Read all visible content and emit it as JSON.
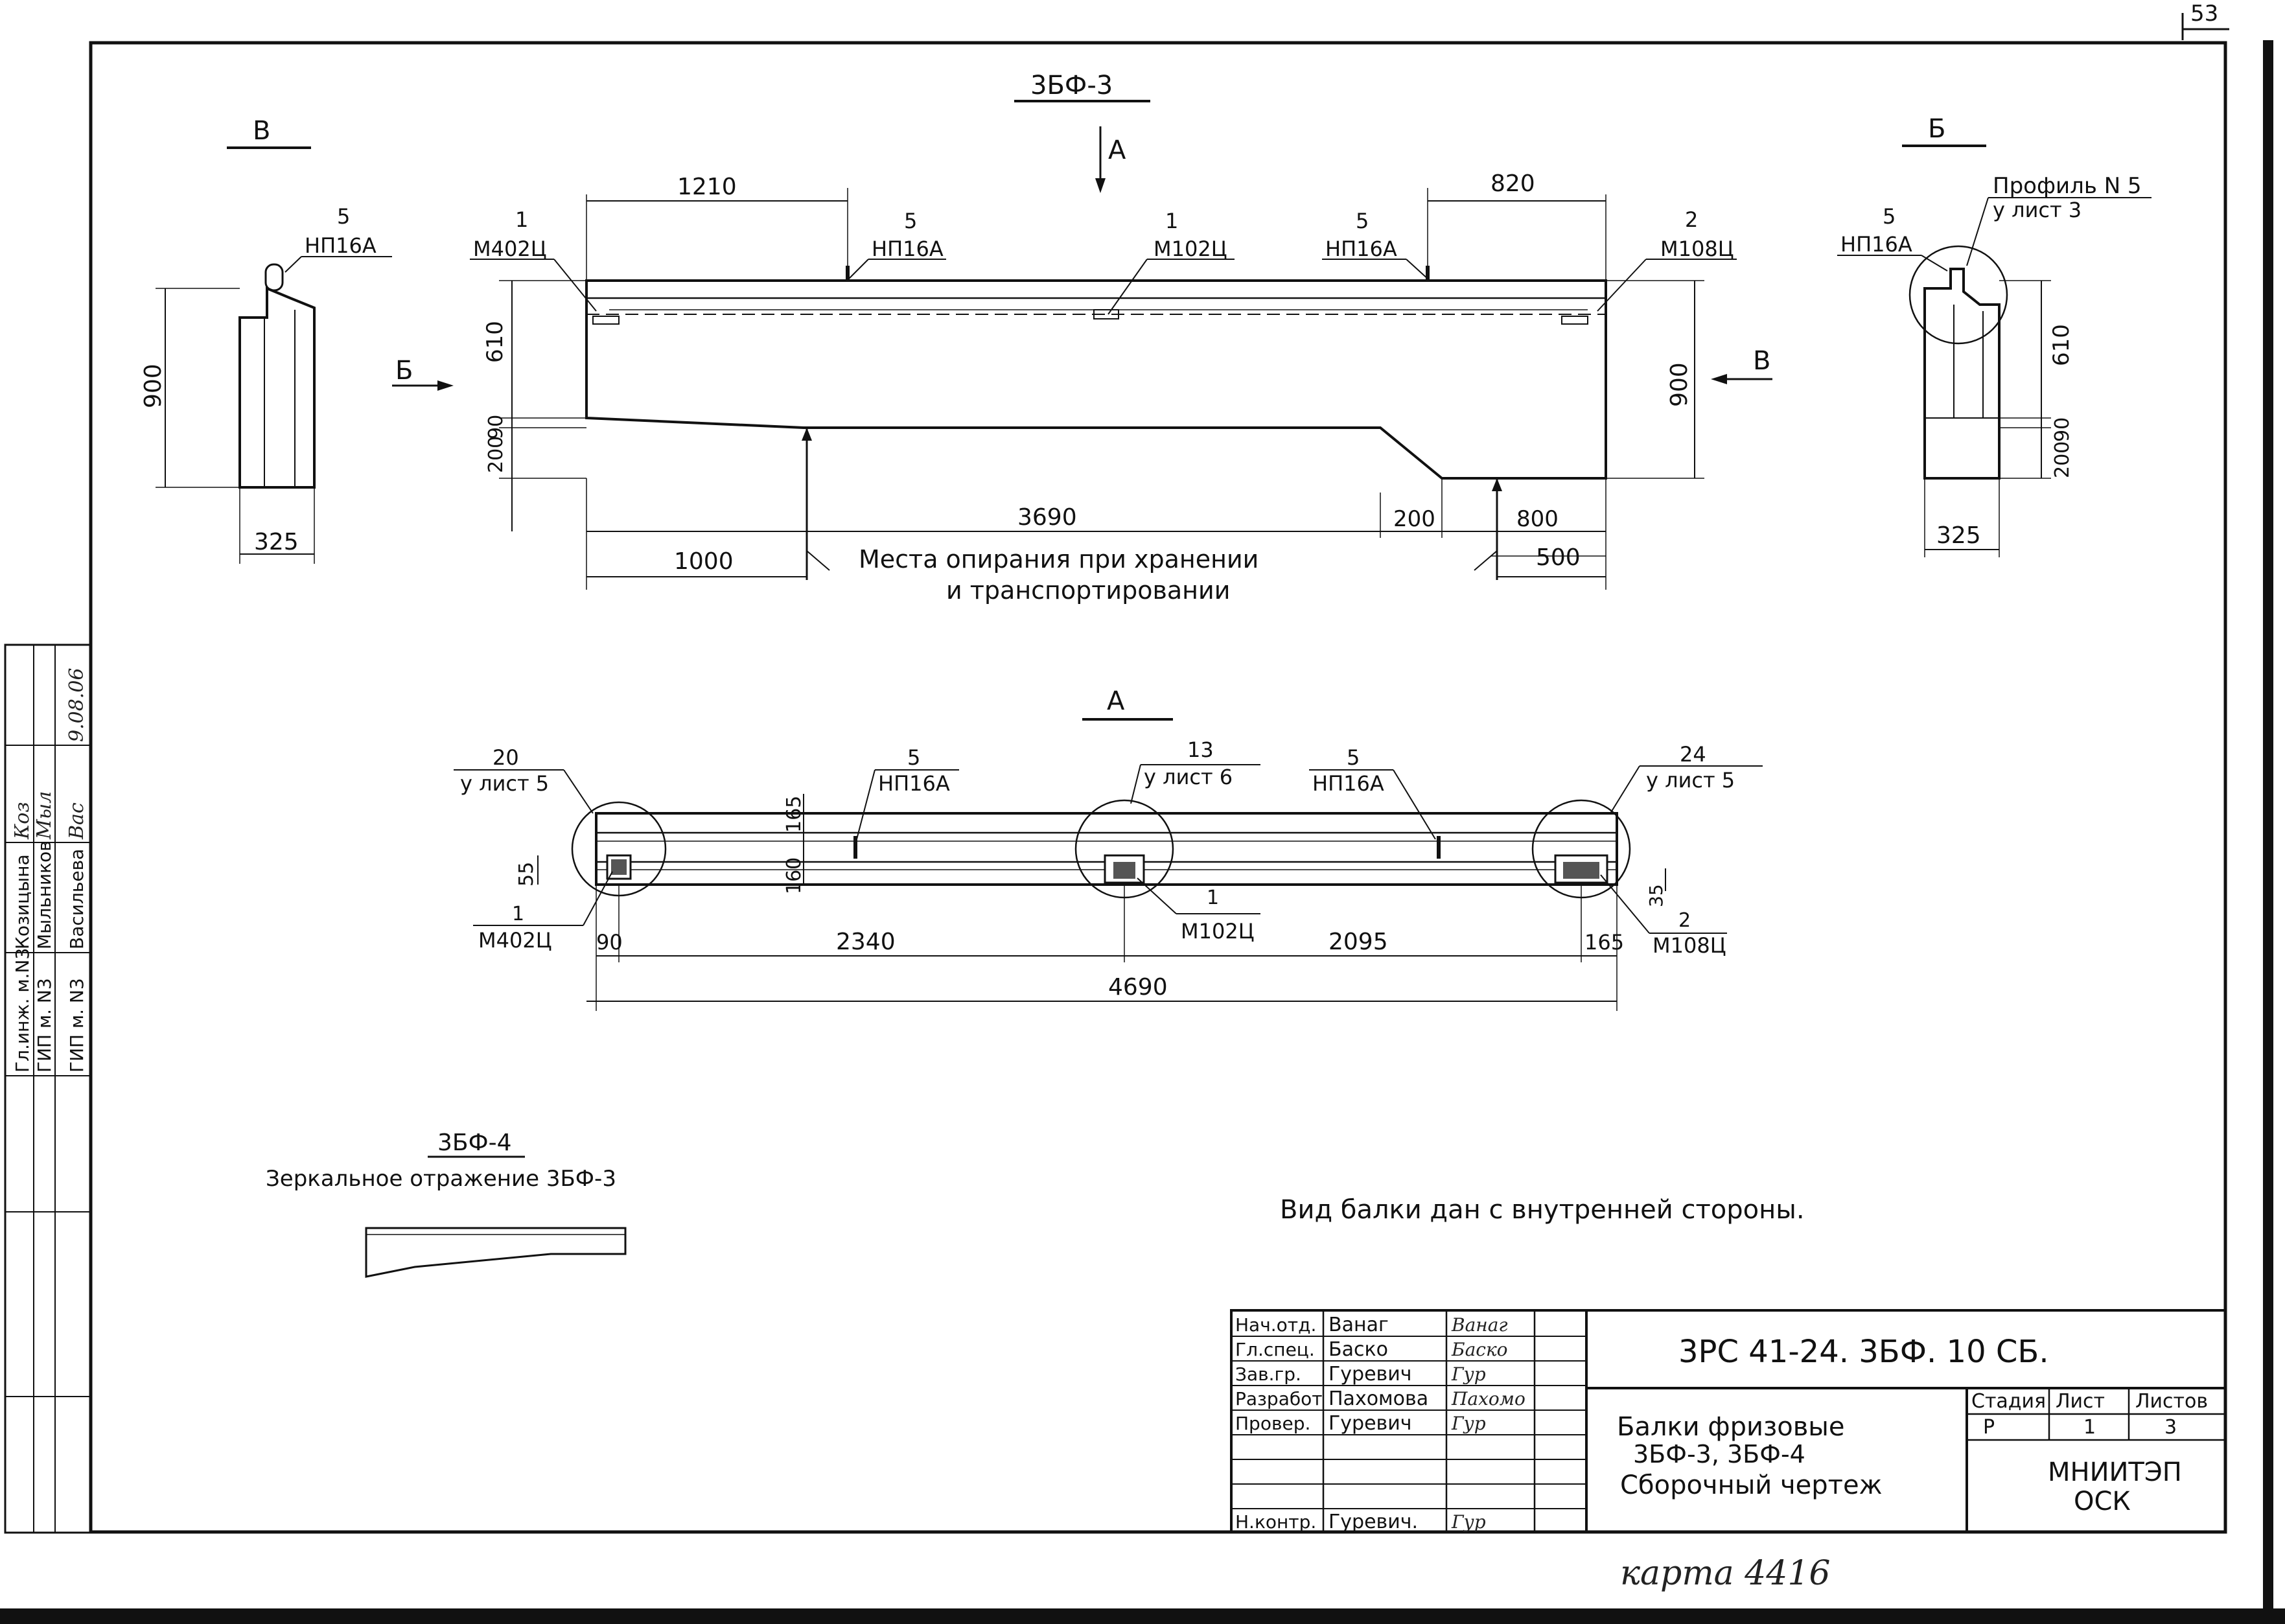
{
  "page_number": "53",
  "main_view": {
    "title": "3БФ-3",
    "section_mark_a": "А",
    "arrow_b": "Б",
    "arrow_v": "В",
    "dim_1210": "1210",
    "dim_820": "820",
    "dim_610": "610",
    "dim_200": "200",
    "dim_90": "90",
    "dim_900": "900",
    "dim_3690": "3690",
    "dim_200b": "200",
    "dim_800": "800",
    "dim_1000": "1000",
    "dim_500": "500",
    "support_note_1": "Места опирания при хранении",
    "support_note_2": "и транспортировании",
    "callouts": [
      {
        "num": "1",
        "code": "М402Ц"
      },
      {
        "num": "5",
        "code": "НП16А"
      },
      {
        "num": "1",
        "code": "М102Ц"
      },
      {
        "num": "5",
        "code": "НП16А"
      },
      {
        "num": "2",
        "code": "М108Ц"
      }
    ]
  },
  "view_v": {
    "title": "В",
    "callout_num": "5",
    "callout_code": "НП16А",
    "dim_900": "900",
    "dim_325": "325"
  },
  "view_b": {
    "title": "Б",
    "callout_num": "5",
    "callout_code": "НП16А",
    "profile_label": "Профиль N 5",
    "profile_sheet": "у лист 3",
    "dim_610": "610",
    "dim_200": "200",
    "dim_90": "90",
    "dim_325": "325"
  },
  "plan_view": {
    "title": "А",
    "dim_165": "165",
    "dim_160": "160",
    "dim_55": "55",
    "dim_35": "35",
    "dim_90": "90",
    "dim_2340": "2340",
    "dim_2095": "2095",
    "dim_165b": "165",
    "dim_4690": "4690",
    "callouts": [
      {
        "num": "20",
        "code": "у лист 5"
      },
      {
        "num": "5",
        "code": "НП16А"
      },
      {
        "num": "13",
        "code": "у лист 6"
      },
      {
        "num": "5",
        "code": "НП16А"
      },
      {
        "num": "24",
        "code": "у лист 5"
      },
      {
        "num": "1",
        "code": "М402Ц"
      },
      {
        "num": "1",
        "code": "М102Ц"
      },
      {
        "num": "2",
        "code": "М108Ц"
      }
    ]
  },
  "mirror_note": {
    "title": "3БФ-4",
    "text": "Зеркальное отражение 3БФ-3"
  },
  "view_note": "Вид балки дан с внутренней стороны.",
  "left_stamp": {
    "rows": [
      {
        "role": "Гл.инж. м.N3",
        "name": "Козицына",
        "sign": "Коз",
        "date": ""
      },
      {
        "role": "ГИП м. N3",
        "name": "Мыльников",
        "sign": "Мыл",
        "date": ""
      },
      {
        "role": "ГИП м. N3",
        "name": "Васильева",
        "sign": "Вас",
        "date": "9.08.06"
      }
    ]
  },
  "title_block": {
    "doc_code": "3РС 41-24. 3БФ. 10 СБ.",
    "name_line1": "Балки фризовые",
    "name_line2": "3БФ-3, 3БФ-4",
    "name_line3": "Сборочный чертеж",
    "col_stage": "Стадия",
    "col_sheet": "Лист",
    "col_sheets": "Листов",
    "stage": "Р",
    "sheet": "1",
    "sheets": "3",
    "org_line1": "МНИИТЭП",
    "org_line2": "ОСК",
    "signers": [
      {
        "role": "Нач.отд.",
        "name": "Ванаг",
        "sign": "Ванаг"
      },
      {
        "role": "Гл.спец.",
        "name": "Баско",
        "sign": "Баско"
      },
      {
        "role": "Зав.гр.",
        "name": "Гуревич",
        "sign": "Гур"
      },
      {
        "role": "Разработ",
        "name": "Пахомова",
        "sign": "Пахомо"
      },
      {
        "role": "Провер.",
        "name": "Гуревич",
        "sign": "Гур"
      },
      {
        "role": "Н.контр.",
        "name": "Гуревич.",
        "sign": "Гур"
      }
    ]
  },
  "footer_handwritten": "карта 4416"
}
